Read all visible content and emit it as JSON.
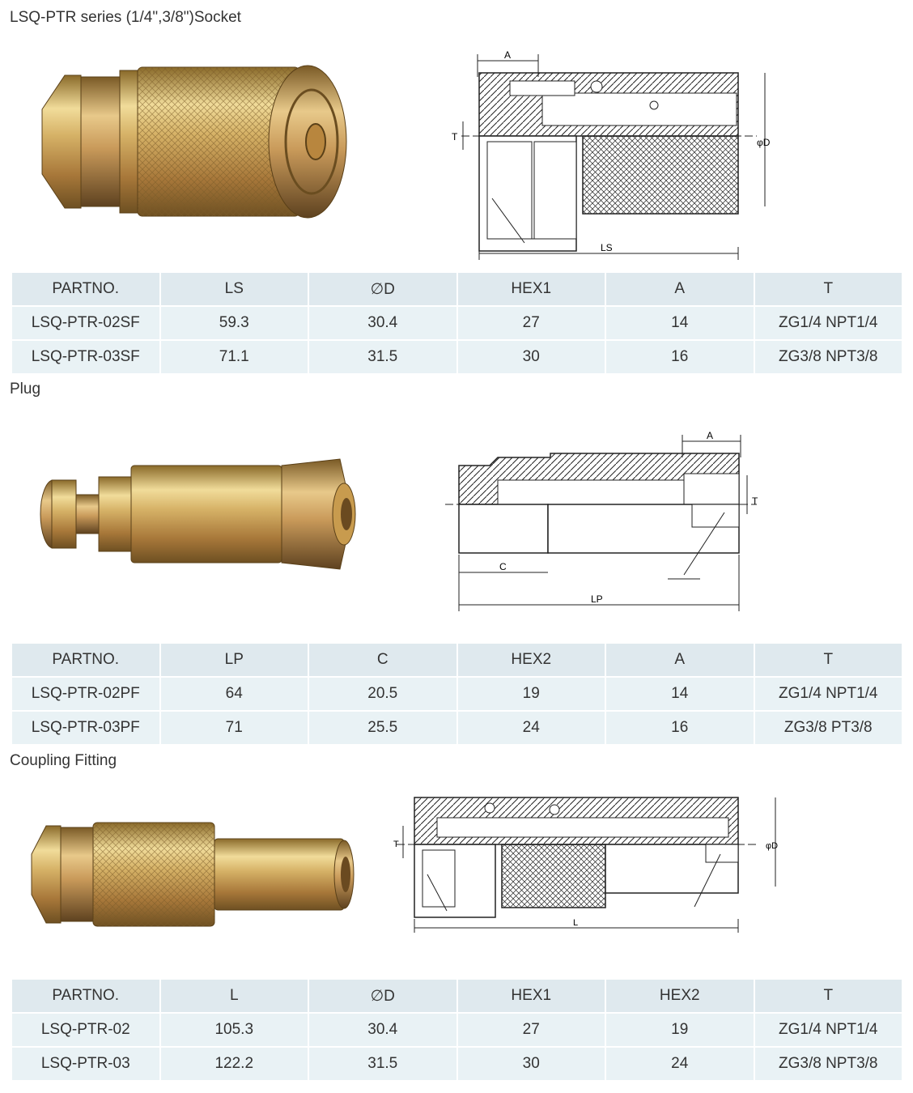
{
  "sections": [
    {
      "title": "LSQ-PTR series (1/4\",3/8\")Socket",
      "drawing_labels": {
        "a": "A",
        "t": "T",
        "d": "φD",
        "length": "LS"
      },
      "headers": [
        "PARTNO.",
        "LS",
        "∅D",
        "HEX1",
        "A",
        "T"
      ],
      "rows": [
        [
          "LSQ-PTR-02SF",
          "59.3",
          "30.4",
          "27",
          "14",
          "ZG1/4 NPT1/4"
        ],
        [
          "LSQ-PTR-03SF",
          "71.1",
          "31.5",
          "30",
          "16",
          "ZG3/8 NPT3/8"
        ]
      ]
    },
    {
      "title": "Plug",
      "drawing_labels": {
        "a": "A",
        "t": "T",
        "c": "C",
        "length": "LP"
      },
      "headers": [
        "PARTNO.",
        "LP",
        "C",
        "HEX2",
        "A",
        "T"
      ],
      "rows": [
        [
          "LSQ-PTR-02PF",
          "64",
          "20.5",
          "19",
          "14",
          "ZG1/4 NPT1/4"
        ],
        [
          "LSQ-PTR-03PF",
          "71",
          "25.5",
          "24",
          "16",
          "ZG3/8 PT3/8"
        ]
      ]
    },
    {
      "title": "Coupling Fitting",
      "drawing_labels": {
        "t": "T",
        "d": "φD",
        "length": "L"
      },
      "headers": [
        "PARTNO.",
        "L",
        "∅D",
        "HEX1",
        "HEX2",
        "T"
      ],
      "rows": [
        [
          "LSQ-PTR-02",
          "105.3",
          "30.4",
          "27",
          "19",
          "ZG1/4 NPT1/4"
        ],
        [
          "LSQ-PTR-03",
          "122.2",
          "31.5",
          "30",
          "24",
          "ZG3/8 NPT3/8"
        ]
      ]
    }
  ]
}
